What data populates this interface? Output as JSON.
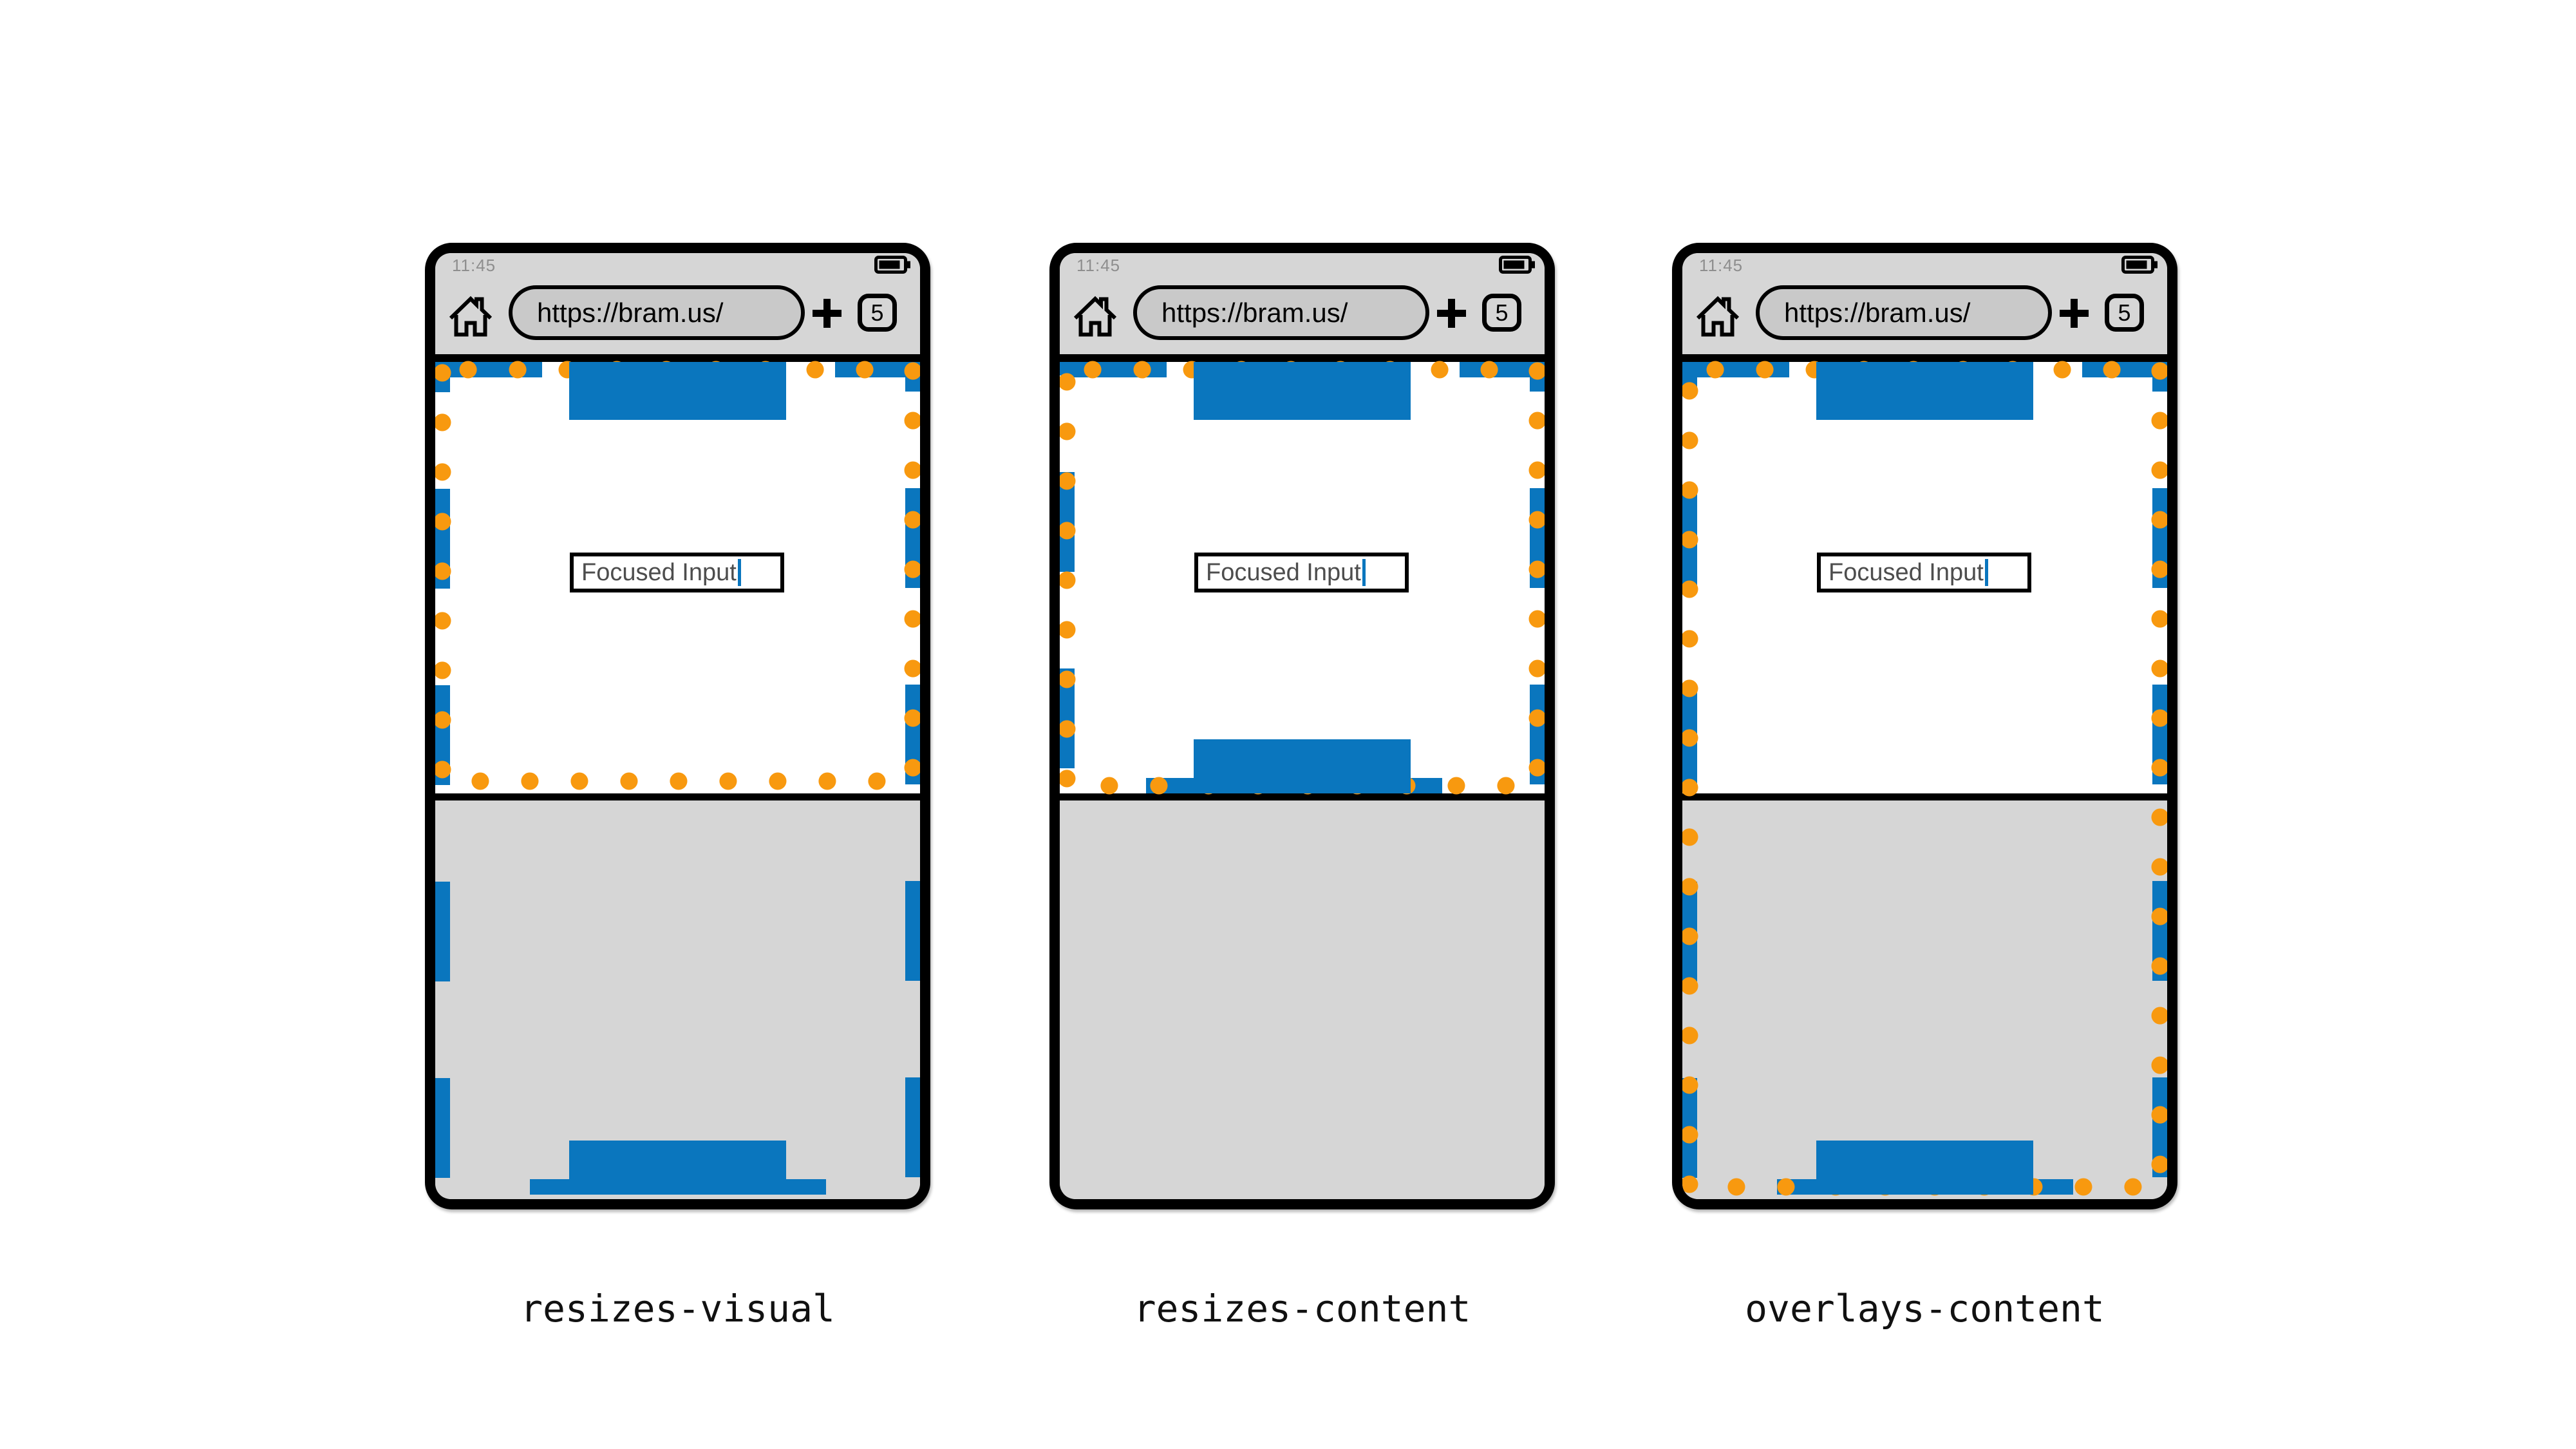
{
  "diagram": {
    "colors": {
      "blue": "#0a76be",
      "orange": "#f8990f",
      "chrome_gray": "#d6d6d6",
      "pill_gray": "#c9c9c9",
      "time_gray": "#8e8e8e"
    },
    "phones": [
      {
        "label": "resizes-visual",
        "status_bar": {
          "time": "11:45",
          "battery_icon": "battery-full-icon"
        },
        "toolbar": {
          "home_icon": "home-icon",
          "url": "https://bram.us/",
          "new_tab_icon": "plus-icon",
          "tab_count": "5"
        },
        "page": {
          "input_value": "Focused Input"
        }
      },
      {
        "label": "resizes-content",
        "status_bar": {
          "time": "11:45",
          "battery_icon": "battery-full-icon"
        },
        "toolbar": {
          "home_icon": "home-icon",
          "url": "https://bram.us/",
          "new_tab_icon": "plus-icon",
          "tab_count": "5"
        },
        "page": {
          "input_value": "Focused Input"
        }
      },
      {
        "label": "overlays-content",
        "status_bar": {
          "time": "11:45",
          "battery_icon": "battery-full-icon"
        },
        "toolbar": {
          "home_icon": "home-icon",
          "url": "https://bram.us/",
          "new_tab_icon": "plus-icon",
          "tab_count": "5"
        },
        "page": {
          "input_value": "Focused Input"
        }
      }
    ]
  }
}
